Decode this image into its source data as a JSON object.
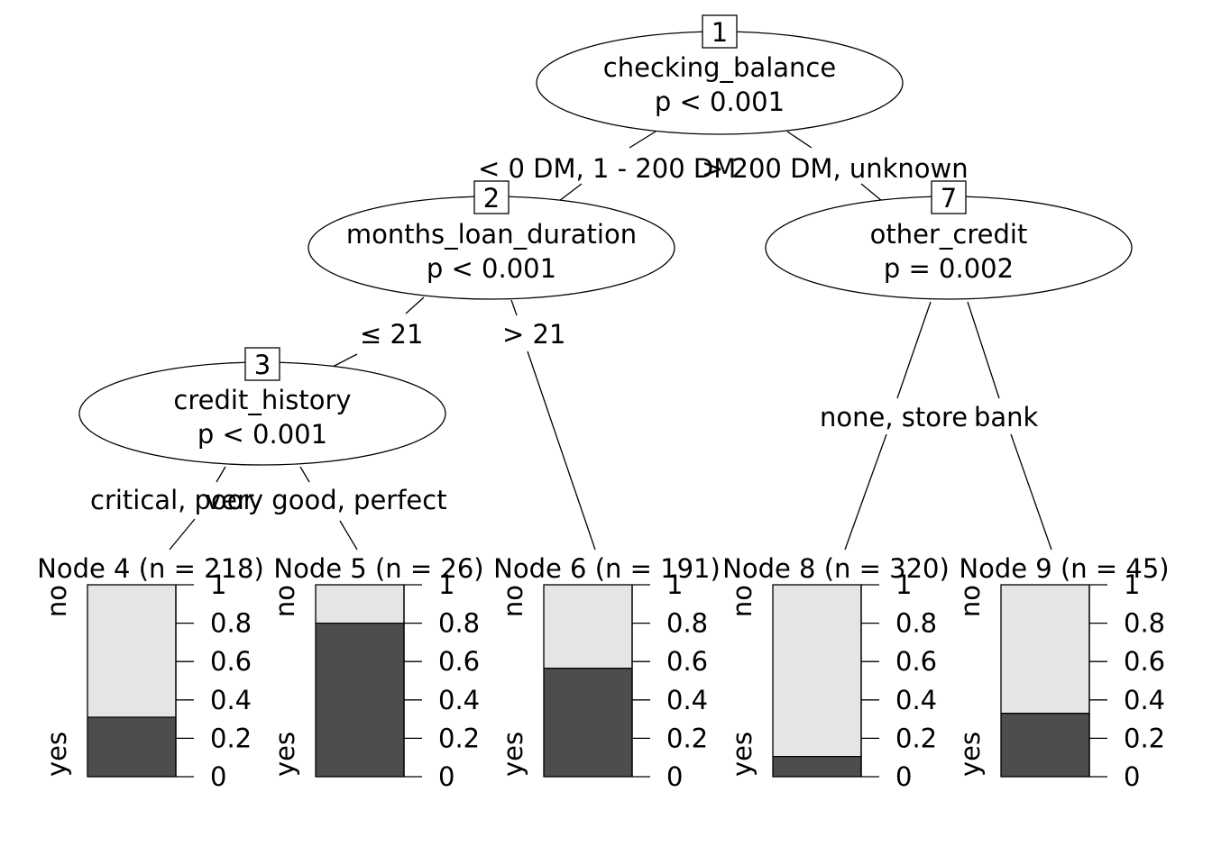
{
  "colors": {
    "no": "#e5e5e5",
    "yes": "#4d4d4d",
    "line": "#000000"
  },
  "inner_nodes": [
    {
      "id": "1",
      "variable": "checking_balance",
      "p": "p < 0.001"
    },
    {
      "id": "2",
      "variable": "months_loan_duration",
      "p": "p < 0.001"
    },
    {
      "id": "7",
      "variable": "other_credit",
      "p": "p = 0.002"
    },
    {
      "id": "3",
      "variable": "credit_history",
      "p": "p < 0.001"
    }
  ],
  "edge_labels": {
    "n1_left": "< 0 DM, 1 - 200 DM",
    "n1_right": "> 200 DM, unknown",
    "n2_left": "≤ 21",
    "n2_right": "> 21",
    "n3_left": "critical, poor",
    "n3_right": "very good, perfect",
    "n7_left": "none, store",
    "n7_right": "bank"
  },
  "terminal_nodes": [
    {
      "label": "Node 4 (n = 218)",
      "yes_fraction": 0.31
    },
    {
      "label": "Node 5 (n = 26)",
      "yes_fraction": 0.8
    },
    {
      "label": "Node 6 (n = 191)",
      "yes_fraction": 0.565
    },
    {
      "label": "Node 8 (n = 320)",
      "yes_fraction": 0.105
    },
    {
      "label": "Node 9 (n = 45)",
      "yes_fraction": 0.33
    }
  ],
  "bar_axis": {
    "ticks": [
      "0",
      "0.2",
      "0.4",
      "0.6",
      "0.8",
      "1"
    ],
    "levels": [
      0,
      0.2,
      0.4,
      0.6,
      0.8,
      1
    ],
    "top_label": "no",
    "bottom_label": "yes"
  }
}
